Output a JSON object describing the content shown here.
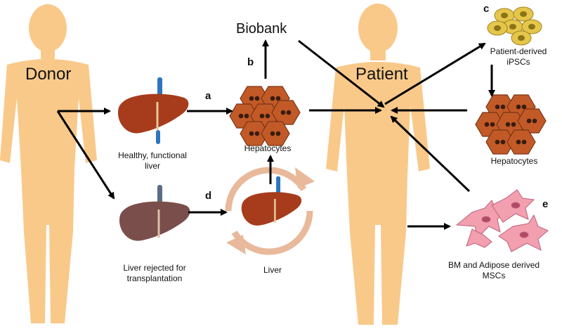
{
  "labels": {
    "donor": "Donor",
    "patient": "Patient",
    "biobank": "Biobank",
    "healthy_liver_1": "Healthy, functional",
    "healthy_liver_2": "liver",
    "hepatocytes_center": "Hepatocytes",
    "liver_rejected_1": "Liver rejected for",
    "liver_rejected_2": "transplantation",
    "liver": "Liver",
    "patient_ipsc_1": "Patient-derived",
    "patient_ipsc_2": "iPSCs",
    "hepatocytes_right": "Hepatocytes",
    "mscs_1": "BM and Adipose derived",
    "mscs_2": "MSCs"
  },
  "step_letters": {
    "a": "a",
    "b": "b",
    "c": "c",
    "d": "d",
    "e": "e"
  },
  "colors": {
    "body_silhouette": "#f9c98a",
    "healthy_liver": "#a63c1c",
    "rejected_liver": "#7a4e4a",
    "vessel_blue": "#2f74c0",
    "hepatocyte_fill": "#c25a28",
    "cycle_arrow": "#e8b99a",
    "ipsc_fill": "#e6c64a",
    "msc_fill": "#f2a0b0",
    "arrow": "#000000"
  }
}
